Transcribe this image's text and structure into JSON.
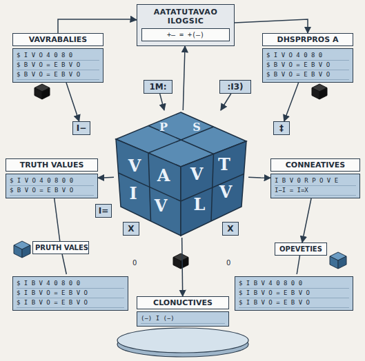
{
  "diagram": {
    "nodes": [
      {
        "text": [
          "AATATUTAVAO ILOGSIC",
          "+— = +(—)"
        ]
      },
      {
        "text": [
          "VAVRABALIES",
          "$ I V O 4 0 8 0",
          "$ B V O = E B V O",
          "$ B V O = E B V O"
        ]
      },
      {
        "text": [
          "DHSPRPROS A",
          "$ I V O 4 0 8 0",
          "$ B V O = E B V O",
          "$ B V O = E B V O"
        ]
      },
      {
        "text": [
          "1M:"
        ]
      },
      {
        "text": [
          ":I3)"
        ]
      },
      {
        "text": [
          "I−"
        ]
      },
      {
        "text": [
          "‡"
        ]
      },
      {
        "text": [
          "TRUTH VALUES",
          "$ I V O 4 0 8 0 0",
          "$ B V O = E B V O"
        ]
      },
      {
        "text": [
          "P",
          "S",
          "V",
          "A",
          "V",
          "T",
          "I",
          "V",
          "L",
          "V"
        ]
      },
      {
        "text": [
          "CONNEATIVES",
          "I B V 0 R P O V E",
          "I−I = I=X"
        ]
      },
      {
        "text": [
          "I="
        ]
      },
      {
        "text": [
          "X"
        ]
      },
      {
        "text": [
          "X"
        ]
      },
      {
        "text": [
          "PRUTH VALES"
        ]
      },
      {
        "text": [
          "OPEVETIES"
        ]
      },
      {
        "text": [
          "$ I B V 4 0 8 0 0",
          "$ I B V O = E B V O",
          "$ I B V O = E B V O"
        ]
      },
      {
        "text": [
          "$ I B V 4 0 8 0 0",
          "$ I B V O = E B V O",
          "$ I B V O = E B V O"
        ]
      },
      {
        "text": [
          "CLONUCTIVES",
          "(−) I (−)"
        ]
      }
    ],
    "edges": [
      {
        "from": 8,
        "to": 0,
        "arrow": "to"
      },
      {
        "from": 1,
        "to": 0,
        "arrow": "to"
      },
      {
        "from": 0,
        "to": 2,
        "arrow": "to"
      },
      {
        "from": 3,
        "to": 8,
        "arrow": "to"
      },
      {
        "from": 4,
        "to": 8,
        "arrow": "to"
      },
      {
        "from": 1,
        "to": 5,
        "arrow": "to"
      },
      {
        "from": 2,
        "to": 6,
        "arrow": "to"
      },
      {
        "from": 8,
        "to": 7,
        "arrow": "to"
      },
      {
        "from": 8,
        "to": 9,
        "arrow": "to"
      },
      {
        "from": 7,
        "to": 13,
        "arrow": "none"
      },
      {
        "from": 9,
        "to": 14,
        "arrow": "to"
      },
      {
        "from": 13,
        "to": 15,
        "arrow": "none"
      },
      {
        "from": 14,
        "to": 16,
        "arrow": "none"
      },
      {
        "from": 8,
        "to": 17,
        "arrow": "to"
      }
    ],
    "labels": [
      "0",
      "0"
    ]
  }
}
